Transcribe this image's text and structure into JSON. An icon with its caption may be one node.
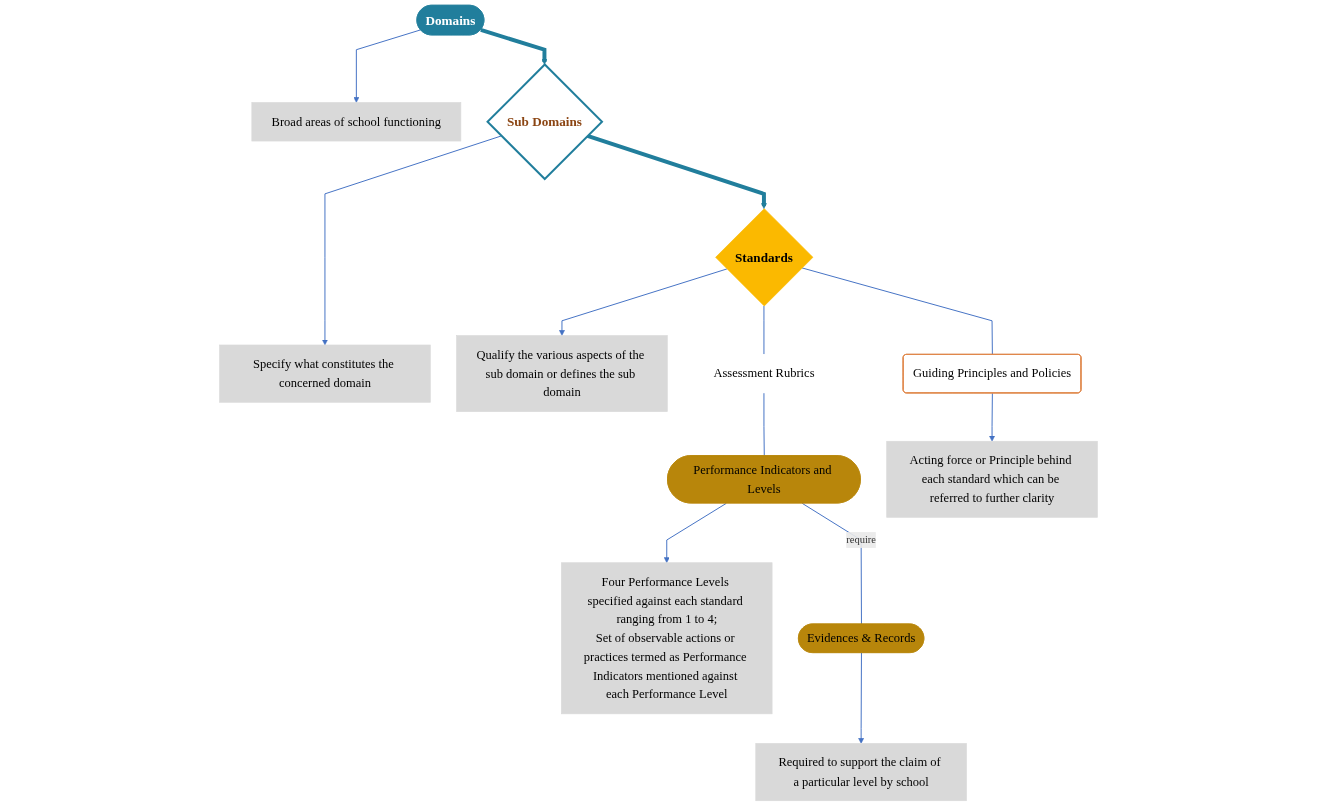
{
  "diagram": {
    "nodes": [
      {
        "text": [
          "Domains"
        ]
      },
      {
        "text": [
          "Broad areas of school functioning"
        ]
      },
      {
        "text": [
          "Sub Domains"
        ]
      },
      {
        "text": [
          "Specify what constitutes the concerned domain"
        ]
      },
      {
        "text": [
          "Standards"
        ]
      },
      {
        "text": [
          "Qualify the various aspects of the sub domain or defines the sub domain"
        ]
      },
      {
        "text": [
          "Assessment Rubrics"
        ]
      },
      {
        "text": [
          "Guiding Principles and Policies"
        ]
      },
      {
        "text": [
          "Acting force or Principle behind each standard which can be referred to further clarity"
        ]
      },
      {
        "text": [
          "Performance Indicators and Levels"
        ]
      },
      {
        "text": [
          "Four Performance Levels specified against each standard ranging from 1 to 4;",
          "Set of observable actions or practices termed as Performance Indicators mentioned against each Performance Level"
        ]
      },
      {
        "text": [
          "Evidences & Records"
        ]
      },
      {
        "text": [
          "Required to support the claim of a particular level by school"
        ]
      }
    ],
    "edges": [
      {
        "from": 0,
        "to": 1,
        "arrow": "to"
      },
      {
        "from": 0,
        "to": 2,
        "arrow": "to",
        "style": "thick",
        "color": "#217e9c"
      },
      {
        "from": 2,
        "to": 3,
        "arrow": "to"
      },
      {
        "from": 2,
        "to": 4,
        "arrow": "to",
        "style": "thick",
        "color": "#217e9c"
      },
      {
        "from": 4,
        "to": 5,
        "arrow": "to"
      },
      {
        "from": 4,
        "to": 6,
        "arrow": "none"
      },
      {
        "from": 4,
        "to": 7,
        "arrow": "none"
      },
      {
        "from": 7,
        "to": 8,
        "arrow": "to"
      },
      {
        "from": 6,
        "to": 9,
        "arrow": "none"
      },
      {
        "from": 9,
        "to": 10,
        "arrow": "to"
      },
      {
        "from": 9,
        "to": 11,
        "arrow": "none",
        "label": "require"
      },
      {
        "from": 11,
        "to": 12,
        "arrow": "to"
      }
    ]
  }
}
